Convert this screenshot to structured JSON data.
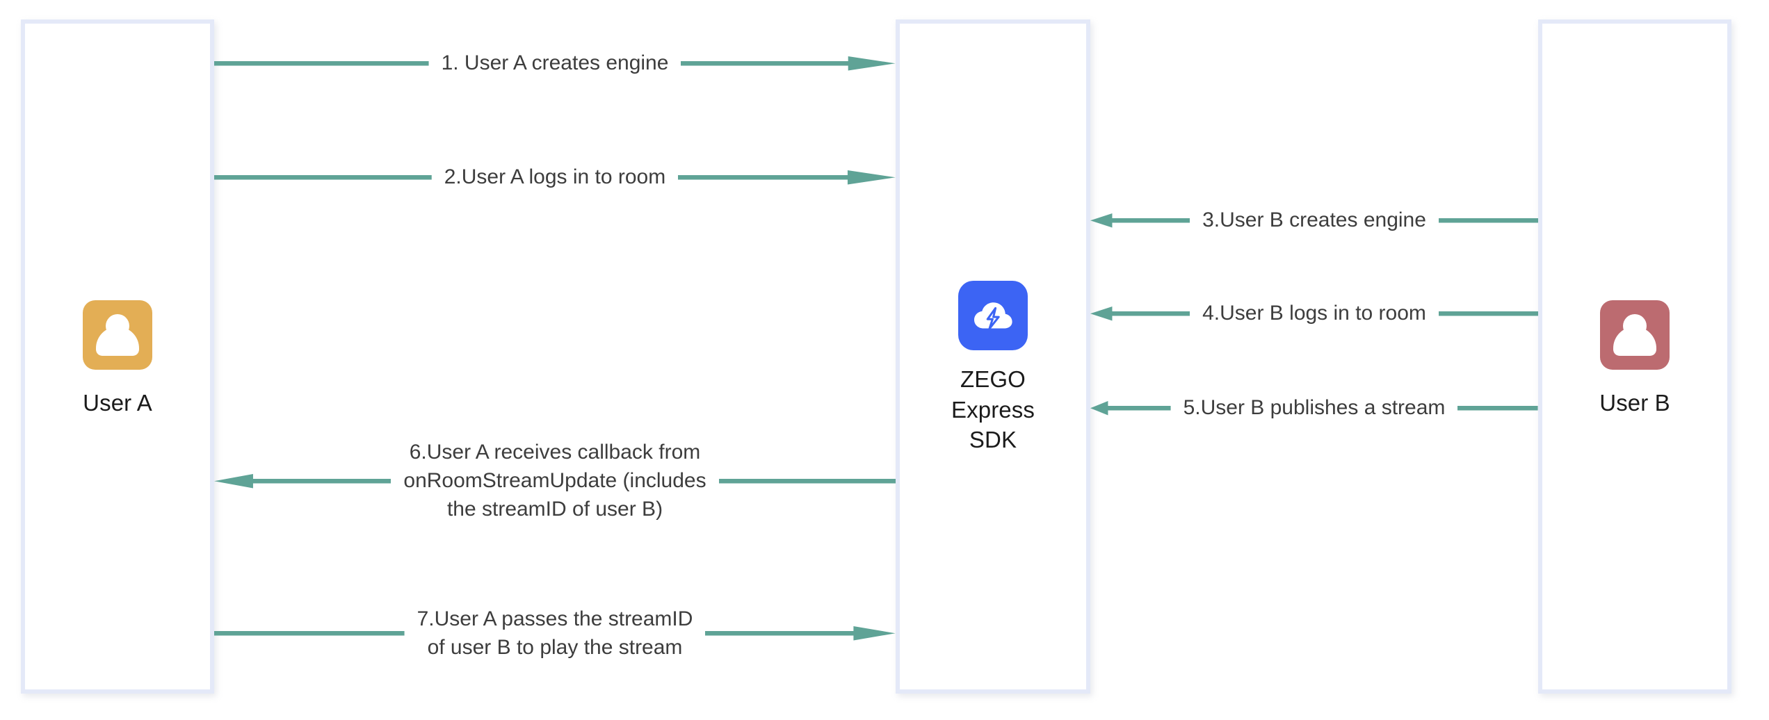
{
  "diagram": {
    "title": "ZEGO Express SDK stream publish and play flow",
    "accent_arrow_color": "#5fa396",
    "lane_border_color": "#e4e9f8",
    "lanes": [
      {
        "id": "lane-a",
        "name": "User A lane"
      },
      {
        "id": "lane-sdk",
        "name": "ZEGO Express SDK lane"
      },
      {
        "id": "lane-b",
        "name": "User B lane"
      }
    ],
    "actors": {
      "user_a": {
        "label": "User A",
        "avatar_icon": "user-avatar-icon",
        "avatar_color": "#e3ae55"
      },
      "sdk": {
        "label": "ZEGO\nExpress\nSDK",
        "avatar_icon": "cloud-lightning-icon",
        "avatar_color": "#3c64f4"
      },
      "user_b": {
        "label": "User B",
        "avatar_icon": "user-avatar-icon",
        "avatar_color": "#bc6b70"
      }
    },
    "messages": [
      {
        "step": "1",
        "text": "1. User A creates engine",
        "from": "User A",
        "to": "ZEGO Express SDK",
        "direction": "right"
      },
      {
        "step": "2",
        "text": "2.User A logs in to room",
        "from": "User A",
        "to": "ZEGO Express SDK",
        "direction": "right"
      },
      {
        "step": "3",
        "text": "3.User B creates engine",
        "from": "User B",
        "to": "ZEGO Express SDK",
        "direction": "left"
      },
      {
        "step": "4",
        "text": "4.User B logs in to room",
        "from": "User B",
        "to": "ZEGO Express SDK",
        "direction": "left"
      },
      {
        "step": "5",
        "text": "5.User B publishes a stream",
        "from": "User B",
        "to": "ZEGO Express SDK",
        "direction": "left"
      },
      {
        "step": "6",
        "text": "6.User A receives callback from\nonRoomStreamUpdate (includes\nthe streamID of user B)",
        "from": "ZEGO Express SDK",
        "to": "User A",
        "direction": "left"
      },
      {
        "step": "7",
        "text": "7.User A passes the streamID\nof user B to play the stream",
        "from": "User A",
        "to": "ZEGO Express SDK",
        "direction": "right"
      }
    ]
  }
}
